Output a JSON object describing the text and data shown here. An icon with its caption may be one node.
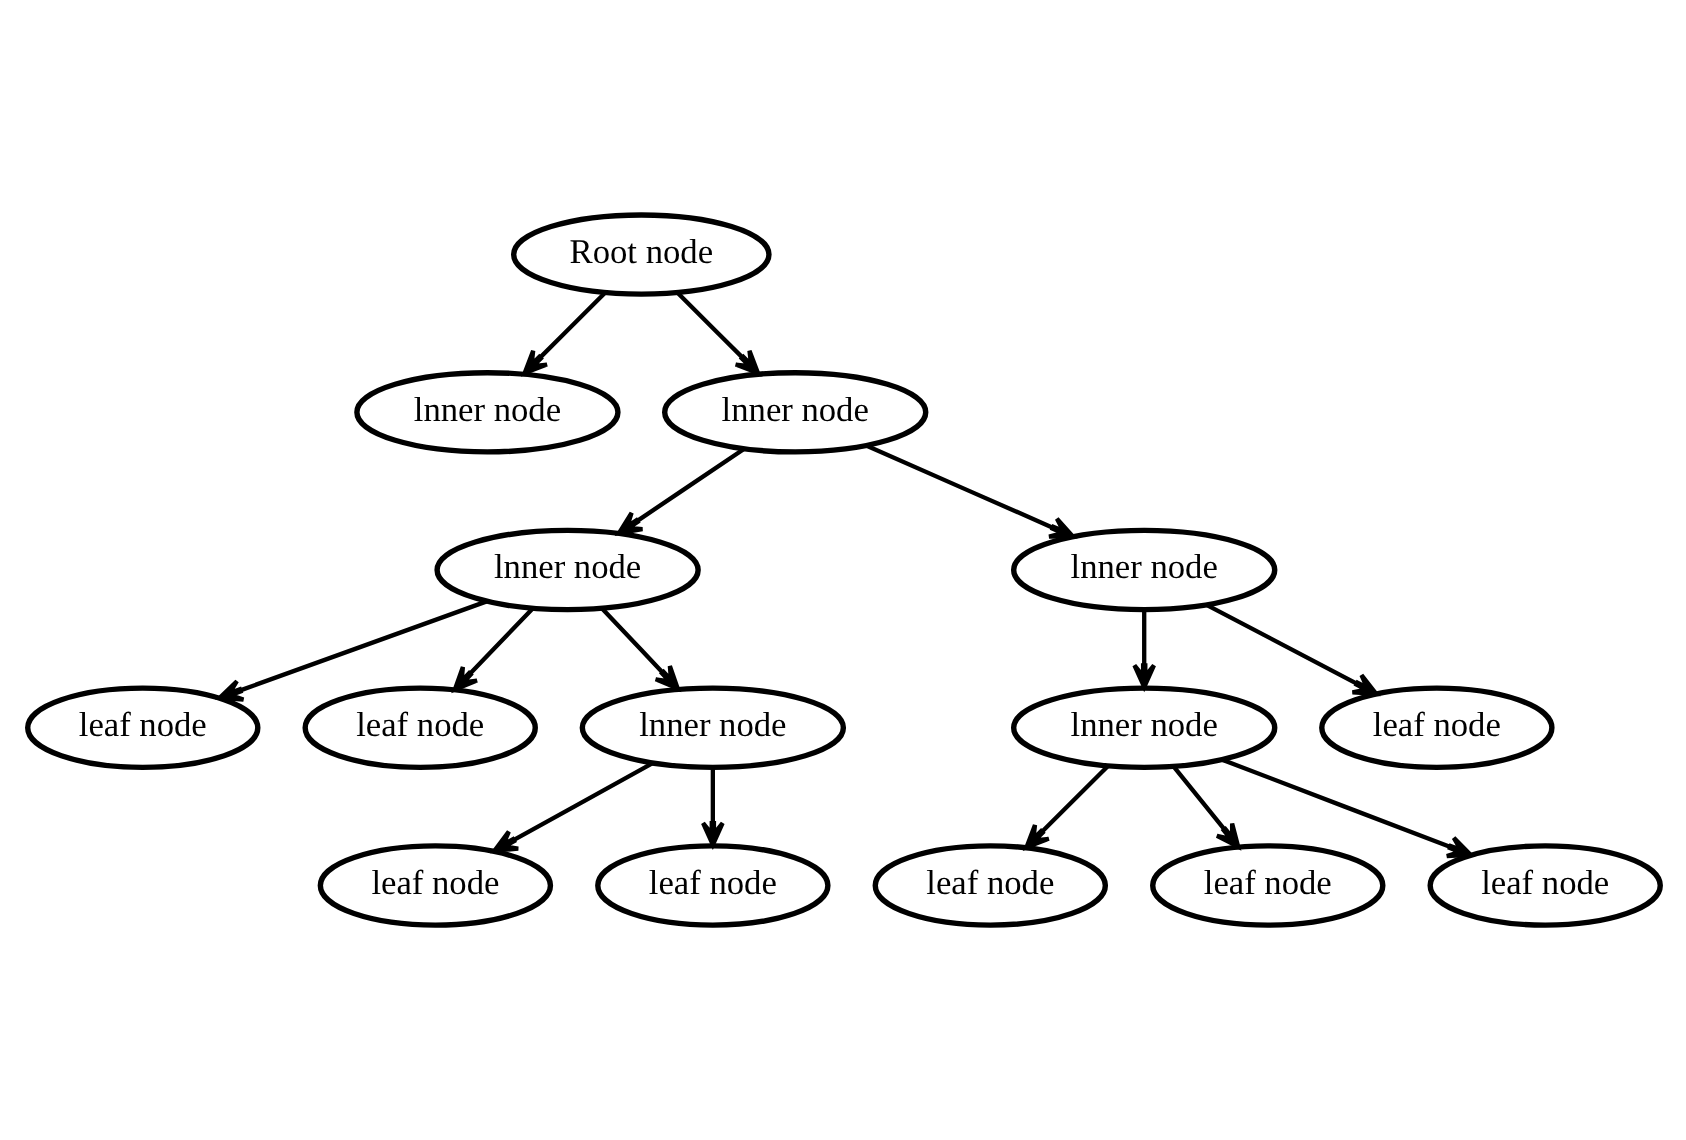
{
  "diagram": {
    "nodes": [
      {
        "text": [
          "Root node"
        ]
      },
      {
        "text": [
          "lnner node"
        ]
      },
      {
        "text": [
          "lnner node"
        ]
      },
      {
        "text": [
          "lnner node"
        ]
      },
      {
        "text": [
          "lnner node"
        ]
      },
      {
        "text": [
          "leaf node"
        ]
      },
      {
        "text": [
          "leaf node"
        ]
      },
      {
        "text": [
          "lnner node"
        ]
      },
      {
        "text": [
          "lnner node"
        ]
      },
      {
        "text": [
          "leaf node"
        ]
      },
      {
        "text": [
          "leaf node"
        ]
      },
      {
        "text": [
          "leaf node"
        ]
      },
      {
        "text": [
          "leaf node"
        ]
      },
      {
        "text": [
          "leaf node"
        ]
      },
      {
        "text": [
          "leaf node"
        ]
      }
    ],
    "edges": [
      {
        "from": 0,
        "to": 1,
        "arrow": "to"
      },
      {
        "from": 0,
        "to": 2,
        "arrow": "to"
      },
      {
        "from": 2,
        "to": 3,
        "arrow": "to"
      },
      {
        "from": 2,
        "to": 4,
        "arrow": "to"
      },
      {
        "from": 3,
        "to": 5,
        "arrow": "to"
      },
      {
        "from": 3,
        "to": 6,
        "arrow": "to"
      },
      {
        "from": 3,
        "to": 7,
        "arrow": "to"
      },
      {
        "from": 4,
        "to": 8,
        "arrow": "to"
      },
      {
        "from": 4,
        "to": 9,
        "arrow": "to"
      },
      {
        "from": 7,
        "to": 10,
        "arrow": "to"
      },
      {
        "from": 7,
        "to": 11,
        "arrow": "to"
      },
      {
        "from": 8,
        "to": 12,
        "arrow": "to"
      },
      {
        "from": 8,
        "to": 13,
        "arrow": "to"
      },
      {
        "from": 8,
        "to": 14,
        "arrow": "to"
      }
    ]
  }
}
